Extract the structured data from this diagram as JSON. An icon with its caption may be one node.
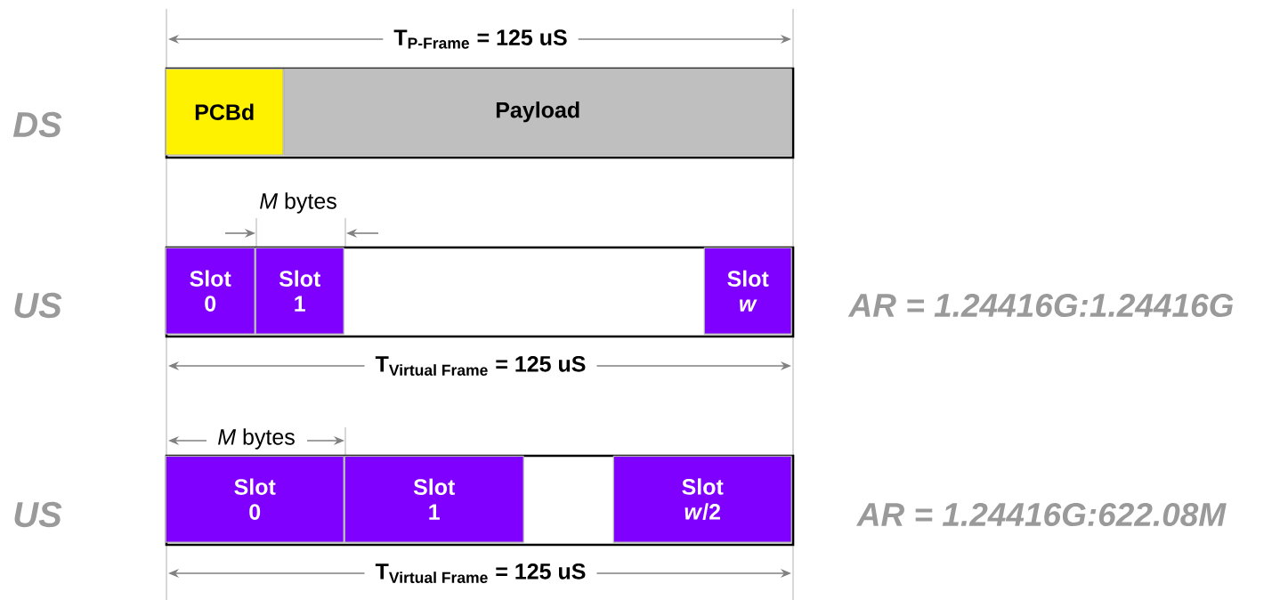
{
  "diagram": {
    "nodes": [
      {
        "text": [],
        "shape": "box"
      },
      {
        "text": [
          "PCBd"
        ],
        "in": 0
      },
      {
        "text": [
          "Payload"
        ],
        "in": 0
      },
      {
        "text": [],
        "shape": "box"
      },
      {
        "text": [
          "Slot 0"
        ],
        "in": 3
      },
      {
        "text": [
          "Slot 1"
        ],
        "in": 3
      },
      {
        "text": [
          "Slot *w*"
        ],
        "in": 3
      },
      {
        "text": [],
        "shape": "box"
      },
      {
        "text": [
          "Slot 0"
        ],
        "in": 7
      },
      {
        "text": [
          "Slot 1"
        ],
        "in": 7
      },
      {
        "text": [
          "Slot *w*/2"
        ],
        "in": 7
      }
    ],
    "labels": [
      "\\textbf{T}_{\\textbf{P-Frame}}\\textbf{ = 125 uS}",
      "DS",
      "*M* bytes",
      "US",
      "AR = 1.24416G:1.24416G",
      "\\textbf{T}_{\\textbf{Virtual Frame}}\\textbf{ = 125 uS}",
      "*M* bytes",
      "US",
      "AR = 1.24416G:622.08M",
      "\\textbf{T}_{\\textbf{Virtual Frame}}\\textbf{ = 125 uS}"
    ]
  }
}
